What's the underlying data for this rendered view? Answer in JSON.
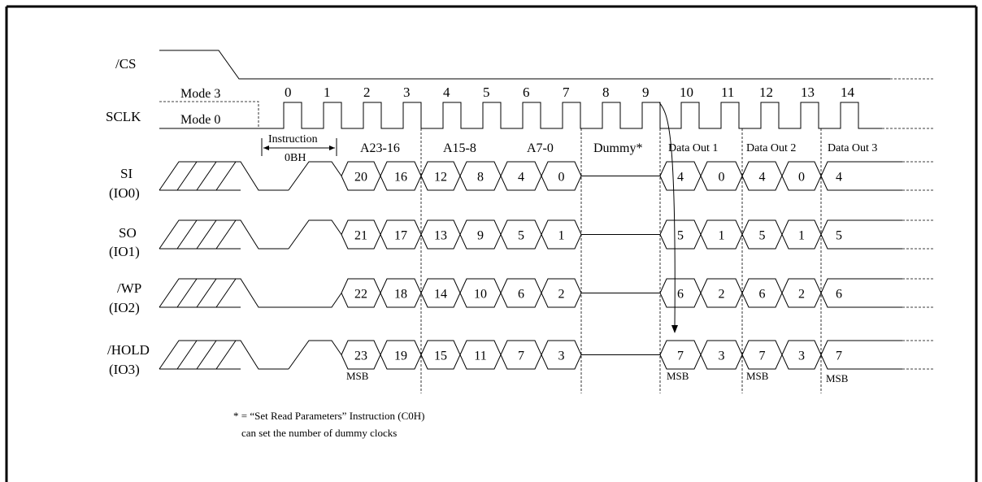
{
  "signals": [
    {
      "id": "cs",
      "name": "/CS",
      "sub": ""
    },
    {
      "id": "sclk",
      "name": "SCLK",
      "sub": ""
    },
    {
      "id": "si",
      "name": "SI",
      "sub": "(IO0)"
    },
    {
      "id": "so",
      "name": "SO",
      "sub": "(IO1)"
    },
    {
      "id": "wp",
      "name": "/WP",
      "sub": "(IO2)"
    },
    {
      "id": "hold",
      "name": "/HOLD",
      "sub": "(IO3)"
    }
  ],
  "modes": {
    "mode3": "Mode 3",
    "mode0": "Mode 0"
  },
  "clock_numbers": [
    "0",
    "1",
    "2",
    "3",
    "4",
    "5",
    "6",
    "7",
    "8",
    "9",
    "10",
    "11",
    "12",
    "13",
    "14"
  ],
  "instruction": {
    "label": "Instruction",
    "code": "0BH"
  },
  "segments": [
    "A23-16",
    "A15-8",
    "A7-0",
    "Dummy*",
    "Data Out 1",
    "Data Out 2",
    "Data Out 3"
  ],
  "bits": {
    "si": {
      "addr": [
        "20",
        "16",
        "12",
        "8",
        "4",
        "0"
      ],
      "data": [
        "4",
        "0",
        "4",
        "0",
        "4"
      ]
    },
    "so": {
      "addr": [
        "21",
        "17",
        "13",
        "9",
        "5",
        "1"
      ],
      "data": [
        "5",
        "1",
        "5",
        "1",
        "5"
      ]
    },
    "wp": {
      "addr": [
        "22",
        "18",
        "14",
        "10",
        "6",
        "2"
      ],
      "data": [
        "6",
        "2",
        "6",
        "2",
        "6"
      ]
    },
    "hold": {
      "addr": [
        "23",
        "19",
        "15",
        "11",
        "7",
        "3"
      ],
      "data": [
        "7",
        "3",
        "7",
        "3",
        "7"
      ]
    }
  },
  "msb_label": "MSB",
  "footnote": {
    "line1": "* = “Set Read Parameters” Instruction (C0H)",
    "line2": "can set the number of dummy clocks"
  }
}
